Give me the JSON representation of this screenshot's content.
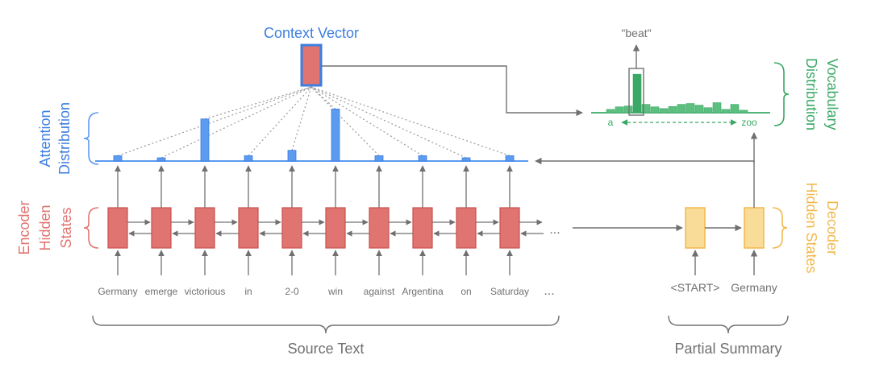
{
  "colors": {
    "encoder": "#e07470",
    "encoder_border": "#c9504c",
    "attention": "#5b9bf0",
    "attention_dark": "#3d7ee0",
    "vocab": "#3aa965",
    "vocab_light": "#5cbf80",
    "decoder": "#f8dc98",
    "decoder_border": "#f2b84b",
    "gray": "#707070",
    "light_gray": "#9a9a9a"
  },
  "labels": {
    "context_vector": "Context Vector",
    "attention_line1": "Attention",
    "attention_line2": "Distribution",
    "encoder_line1": "Encoder",
    "encoder_line2": "Hidden",
    "encoder_line3": "States",
    "vocab_line1": "Vocabulary",
    "vocab_line2": "Distribution",
    "decoder_line1": "Decoder",
    "decoder_line2": "Hidden States",
    "selected_word": "\"beat\"",
    "vocab_axis_start": "a",
    "vocab_axis_end": "zoo",
    "source_text": "Source Text",
    "partial_summary": "Partial Summary",
    "source_ellipsis": "...",
    "encoder_ellipsis": "..."
  },
  "source_words": [
    "Germany",
    "emerge",
    "victorious",
    "in",
    "2-0",
    "win",
    "against",
    "Argentina",
    "on",
    "Saturday"
  ],
  "attention_weights": [
    0.07,
    0.03,
    0.55,
    0.07,
    0.14,
    0.68,
    0.07,
    0.07,
    0.04,
    0.07
  ],
  "decoder_inputs": [
    "<START>",
    "Germany"
  ],
  "vocab_bars": [
    0.08,
    0.14,
    0.16,
    0.92,
    0.2,
    0.14,
    0.1,
    0.15,
    0.2,
    0.22,
    0.18,
    0.12,
    0.24,
    0.08,
    0.2,
    0.06
  ],
  "vocab_selected_index": 3
}
